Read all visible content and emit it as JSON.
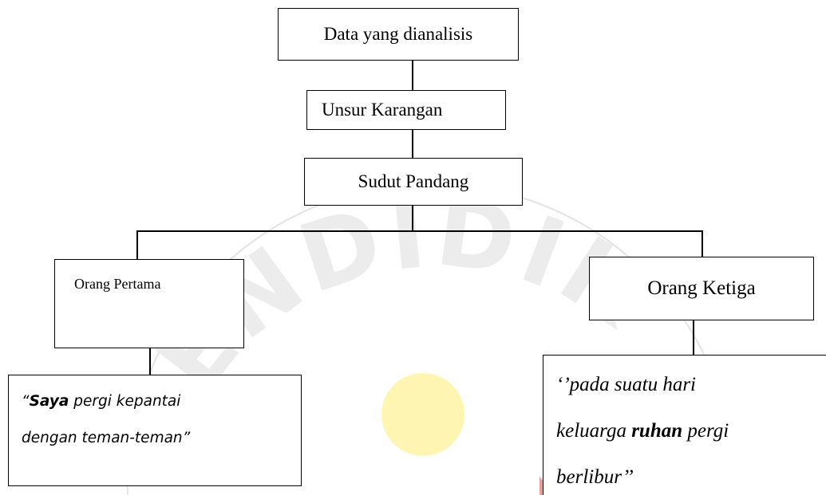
{
  "diagram": {
    "nodes": {
      "data": "Data yang dianalisis",
      "unsur": "Unsur Karangan",
      "sudut": "Sudut Pandang",
      "pertama": "Orang Pertama",
      "ketiga": "Orang Ketiga"
    },
    "quote_first": {
      "line1_open": "“",
      "highlight": "Saya",
      "line1_rest": " pergi kepantai",
      "line2": "dengan teman-teman”"
    },
    "quote_third": {
      "line1": "‘’pada suatu hari",
      "line2_start": "keluarga ",
      "highlight": "ruhan",
      "line2_end": " pergi",
      "line3": "berlibur’’"
    },
    "watermark": {
      "text": "PENDIDIK",
      "dot_color": "#fff3a6",
      "accent_color": "#e23a3a"
    }
  }
}
